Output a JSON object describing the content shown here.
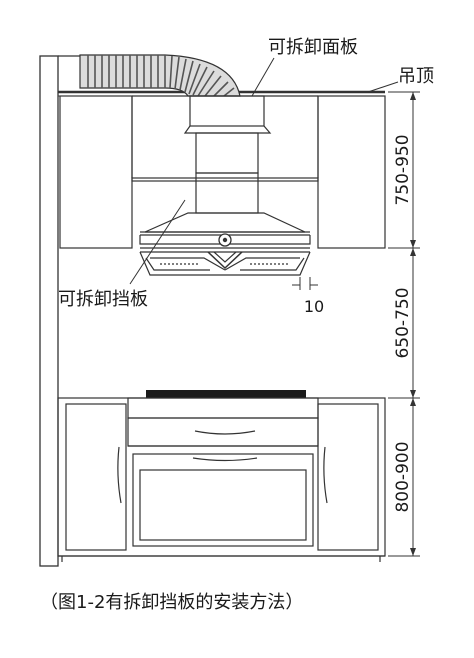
{
  "labels": {
    "removable_top_panel": "可拆卸面板",
    "ceiling": "吊顶",
    "removable_baffle": "可拆卸挡板",
    "gap_dimension": "10",
    "dim_upper": "750-950",
    "dim_middle": "650-750",
    "dim_lower": "800-900"
  },
  "caption": "（图1-2有拆卸挡板的安装方法）"
}
